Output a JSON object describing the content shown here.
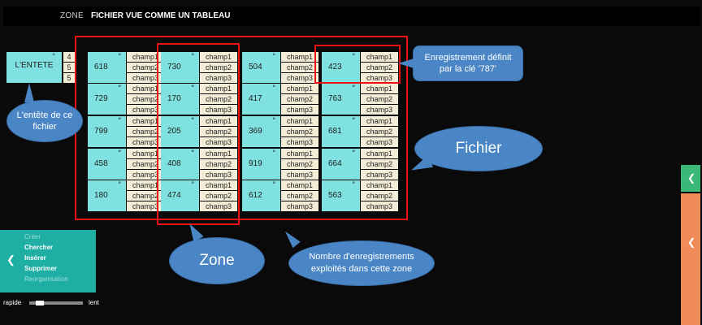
{
  "header": {
    "zone_label": "ZONE",
    "title": "FICHIER VUE COMME UN TABLEAU"
  },
  "entete": {
    "label": "L'ENTETE",
    "dot": "°",
    "values": [
      "4",
      "5",
      "5"
    ]
  },
  "fields": [
    "champ1",
    "champ2",
    "champ3"
  ],
  "grid": [
    [
      "618",
      "730",
      "504",
      "423"
    ],
    [
      "729",
      "170",
      "417",
      "763"
    ],
    [
      "799",
      "205",
      "369",
      "681"
    ],
    [
      "458",
      "408",
      "919",
      "664"
    ],
    [
      "180",
      "474",
      "612",
      "563"
    ]
  ],
  "callouts": {
    "entete": "L'entête de ce fichier",
    "enregistrement": "Enregistrement définit par la clé '787'",
    "fichier": "Fichier",
    "zone": "Zone",
    "nombre": "Nombre d'enregistrements exploités dans cette zone"
  },
  "menu": {
    "items": [
      {
        "label": "Créer",
        "dim": true
      },
      {
        "label": "Chercher",
        "dim": false
      },
      {
        "label": "Insérer",
        "dim": false
      },
      {
        "label": "Supprimer",
        "dim": false
      },
      {
        "label": "Reorganisation",
        "dim": true
      }
    ],
    "collapse_icon": "chevron-left-icon"
  },
  "speed": {
    "fast_label": "rapide",
    "slow_label": "lent",
    "level": 0.15
  },
  "colors": {
    "record_key": "#7fe1e0",
    "field": "#f3ecd6",
    "highlight": "#e11111",
    "callout": "#4a86c6",
    "menu": "#1eaea4",
    "right_green": "#3ab878",
    "right_orange": "#f08c59"
  }
}
